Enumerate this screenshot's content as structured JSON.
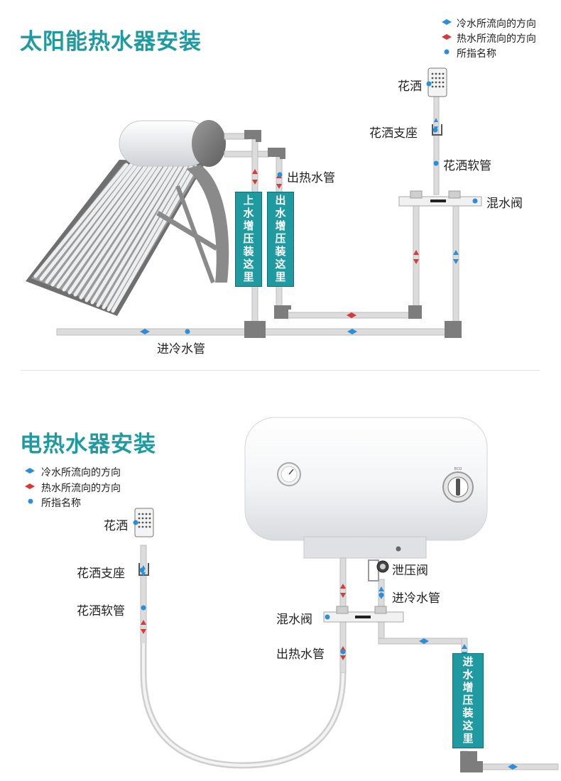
{
  "solar": {
    "title": "太阳能热水器安装",
    "legend": {
      "cold": "冷水所流向的方向",
      "hot": "热水所流向的方向",
      "dot": "所指名称"
    },
    "labels": {
      "shower": "花洒",
      "shower_holder": "花洒支座",
      "shower_hose": "花洒软管",
      "hot_out_pipe": "出热水管",
      "mixing_valve": "混水阀",
      "cold_in_pipe": "进冷水管"
    },
    "boxes": {
      "upper": "上水增压装这里",
      "outlet": "出水增压装这里"
    }
  },
  "electric": {
    "title": "电热水器安装",
    "legend": {
      "cold": "冷水所流向的方向",
      "hot": "热水所流向的方向",
      "dot": "所指名称"
    },
    "labels": {
      "shower": "花洒",
      "shower_holder": "花洒支座",
      "shower_hose": "花洒软管",
      "relief_valve": "泄压阀",
      "cold_in_pipe": "进冷水管",
      "mixing_valve": "混水阀",
      "hot_out_pipe": "出热水管"
    },
    "boxes": {
      "inlet": "进水增压装这里"
    }
  },
  "colors": {
    "accent": "#1f9aa0",
    "cold_arrow": "#2a8fd6",
    "hot_arrow": "#d63a3a",
    "pipe": "#dcdcdc",
    "fitting": "#7d7d7d"
  }
}
